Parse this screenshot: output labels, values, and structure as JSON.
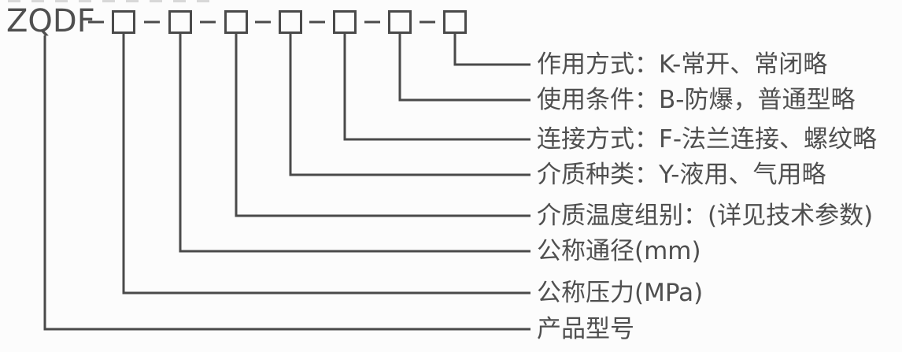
{
  "diagram": {
    "prefix": "ZQDF",
    "separator": "-",
    "code_box_count": 7,
    "labels": [
      {
        "name": "actuation-mode",
        "text": "作用方式：K-常开、常闭略"
      },
      {
        "name": "service-condition",
        "text": "使用条件：B-防爆，普通型略"
      },
      {
        "name": "connection-type",
        "text": "连接方式：F-法兰连接、螺纹略"
      },
      {
        "name": "medium-type",
        "text": "介质种类：Y-液用、气用略"
      },
      {
        "name": "medium-temperature-group",
        "text": "介质温度组别：(详见技术参数)"
      },
      {
        "name": "nominal-diameter",
        "text": "公称通径(mm)"
      },
      {
        "name": "nominal-pressure",
        "text": "公称压力(MPa)"
      },
      {
        "name": "product-model",
        "text": "产品型号"
      }
    ],
    "colors": {
      "line": "#4a4a4a",
      "text": "#4f4f4f",
      "background": "#fcfcfc"
    }
  }
}
